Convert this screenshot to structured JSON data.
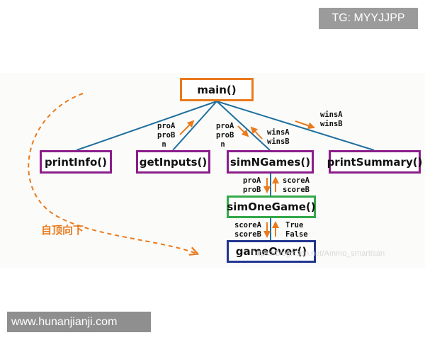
{
  "badges": {
    "telegram": "TG: MYYJJPP",
    "website": "www.hunanjianji.com"
  },
  "watermark": "https://blog.csdn.net/Ammo_smartisan",
  "annotation": "自顶向下",
  "nodes": {
    "main": "main()",
    "print_info": "printInfo()",
    "get_inputs": "getInputs()",
    "sim_n_games": "simNGames()",
    "print_summary": "printSummary()",
    "sim_one_game": "simOneGame()",
    "game_over": "gameOver()"
  },
  "labels": {
    "get_inputs_returns": "proA\nproB\n n",
    "sim_n_games_params": "proA\nproB\n n",
    "sim_n_games_returns": "winsA\nwinsB",
    "print_summary_params": "winsA\nwinsB",
    "sim_one_game_params": "proA\nproB",
    "sim_one_game_returns": "scoreA\nscoreB",
    "game_over_params": "scoreA\nscoreB",
    "game_over_returns": "True\nFalse"
  },
  "colors": {
    "orange": "#ea7a1c",
    "purple": "#8b1d8b",
    "green": "#33a84a",
    "navy": "#22358f",
    "edge_blue": "#1f6e9e"
  }
}
